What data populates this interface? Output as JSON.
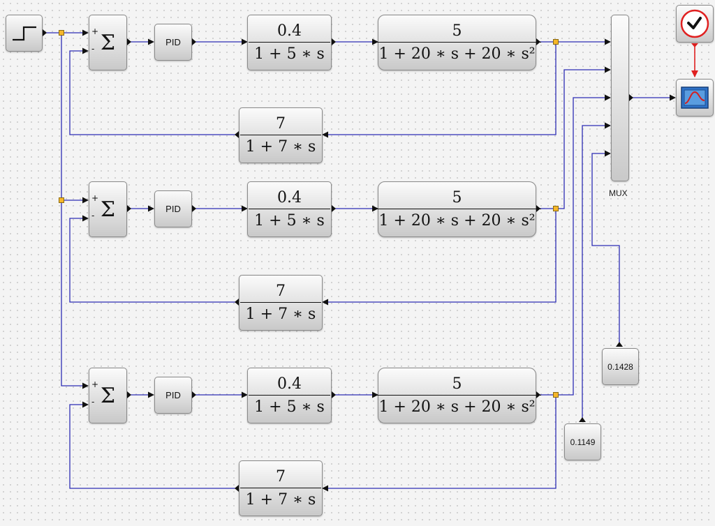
{
  "blocks": {
    "sum_symbol": "Σ",
    "plus": "+",
    "minus": "-",
    "pid": "PID",
    "actuator": {
      "num": "0.4",
      "den": "1 + 5 ∗ s"
    },
    "plant": {
      "num": "5",
      "den": "1 + 20 ∗ s + 20 ∗ s²"
    },
    "sensor": {
      "num": "7",
      "den": "1 + 7 ∗ s"
    },
    "mux_label": "MUX",
    "constants": [
      "0.1428",
      "0.1149"
    ]
  },
  "icons": {
    "source": "step-icon",
    "clock": "clock-icon",
    "scope": "scope-icon"
  },
  "colors": {
    "wire": "#2c2cb4",
    "event_link": "#e02020",
    "split_point": "#f5b62b"
  }
}
